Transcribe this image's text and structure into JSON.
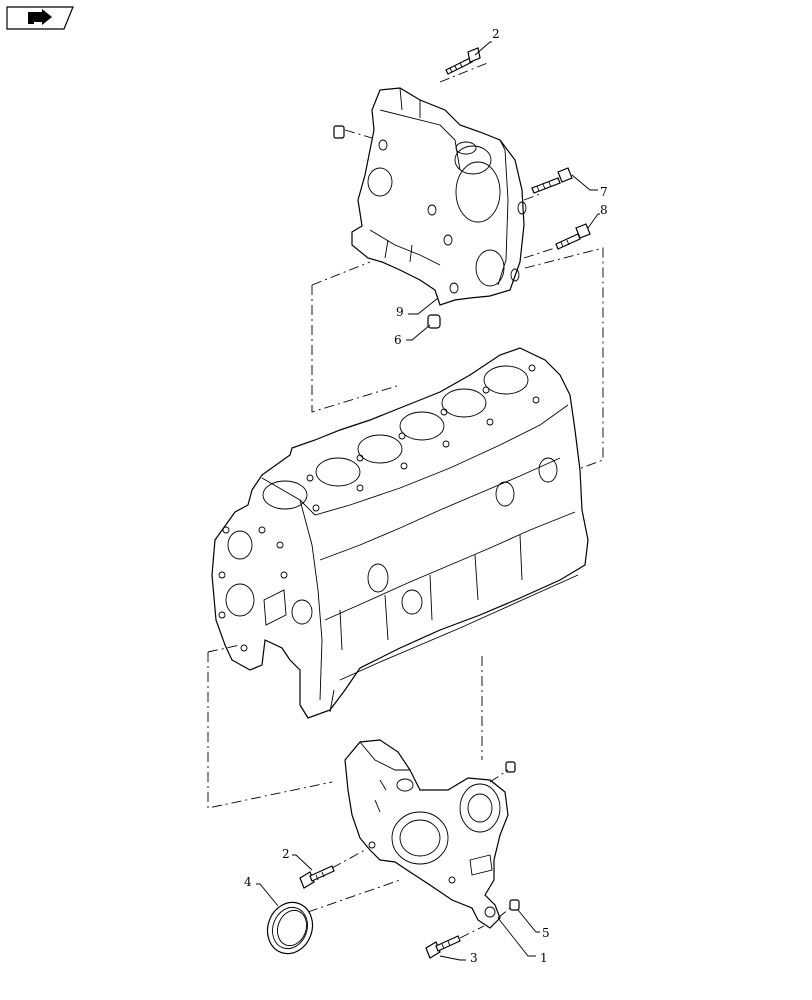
{
  "diagram": {
    "callouts": [
      {
        "id": "c2a",
        "label": "2"
      },
      {
        "id": "c7",
        "label": "7"
      },
      {
        "id": "c8",
        "label": "8"
      },
      {
        "id": "c9",
        "label": "9"
      },
      {
        "id": "c6",
        "label": "6"
      },
      {
        "id": "c2b",
        "label": "2"
      },
      {
        "id": "c4",
        "label": "4"
      },
      {
        "id": "c5",
        "label": "5"
      },
      {
        "id": "c3",
        "label": "3"
      },
      {
        "id": "c1",
        "label": "1"
      }
    ]
  },
  "nav": {
    "icon": "return-arrow-icon"
  }
}
